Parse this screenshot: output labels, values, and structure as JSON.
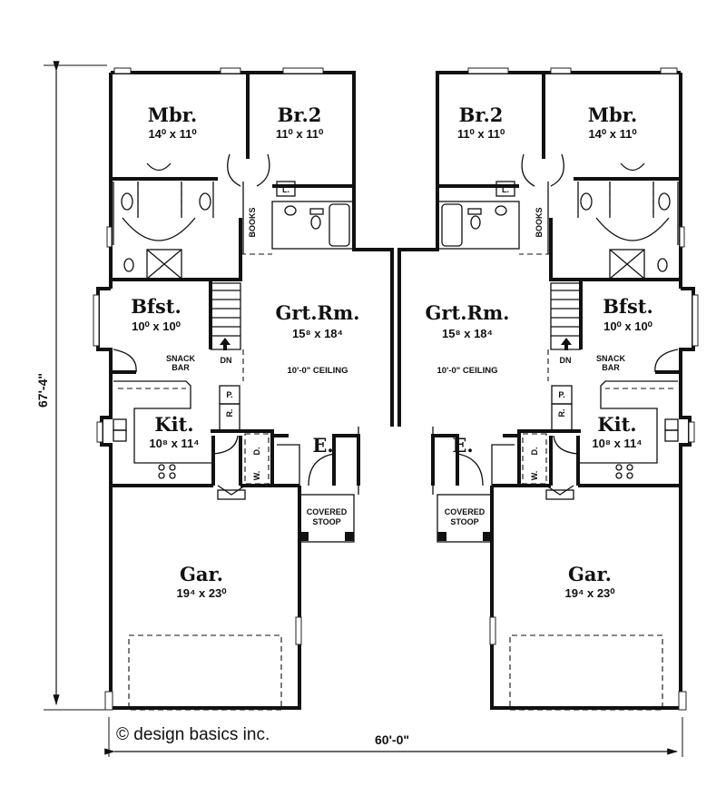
{
  "plan": {
    "overall_width": "60'-0\"",
    "overall_depth": "67'-4\"",
    "copyright": "© design basics inc."
  },
  "units": {
    "left": {
      "mbr": {
        "name": "Mbr.",
        "dim": "14⁰ x 11⁰"
      },
      "br2": {
        "name": "Br.2",
        "dim": "11⁰ x 11⁰"
      },
      "grt": {
        "name": "Grt.Rm.",
        "dim": "15⁸ x 18⁴",
        "note": "10'-0\" CEILING"
      },
      "bfst": {
        "name": "Bfst.",
        "dim": "10⁰ x 10⁰"
      },
      "kit": {
        "name": "Kit.",
        "dim": "10⁸ x 11⁴"
      },
      "gar": {
        "name": "Gar.",
        "dim": "19⁴ x 23⁰"
      },
      "entry": {
        "name": "E."
      },
      "stoop": {
        "line1": "COVERED",
        "line2": "STOOP"
      },
      "snack": {
        "line1": "SNACK",
        "line2": "BAR"
      },
      "books": "BOOKS",
      "dn": "DN",
      "linen": "L.",
      "pantry": "P.",
      "fridge": "R.",
      "washer": "W.",
      "dryer": "D."
    },
    "right": {
      "mbr": {
        "name": "Mbr.",
        "dim": "14⁰ x 11⁰"
      },
      "br2": {
        "name": "Br.2",
        "dim": "11⁰ x 11⁰"
      },
      "grt": {
        "name": "Grt.Rm.",
        "dim": "15⁸ x 18⁴",
        "note": "10'-0\" CEILING"
      },
      "bfst": {
        "name": "Bfst.",
        "dim": "10⁰ x 10⁰"
      },
      "kit": {
        "name": "Kit.",
        "dim": "10⁸ x 11⁴"
      },
      "gar": {
        "name": "Gar.",
        "dim": "19⁴ x 23⁰"
      },
      "entry": {
        "name": "E."
      },
      "stoop": {
        "line1": "COVERED",
        "line2": "STOOP"
      },
      "snack": {
        "line1": "SNACK",
        "line2": "BAR"
      },
      "books": "BOOKS",
      "dn": "DN",
      "linen": "L.",
      "pantry": "P.",
      "fridge": "R.",
      "washer": "W.",
      "dryer": "D."
    }
  }
}
